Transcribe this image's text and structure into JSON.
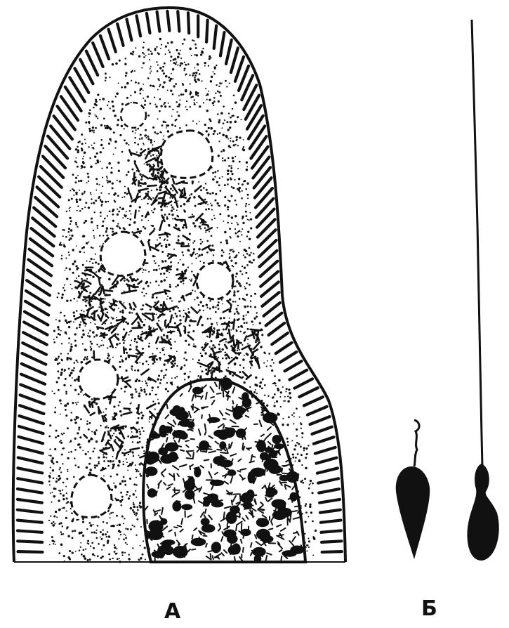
{
  "labels": {
    "a": "А",
    "b": "Б"
  },
  "colors": {
    "ink": "#111111",
    "paper": "#ffffff"
  },
  "parts": [
    "cell-outline",
    "cilia-border",
    "cytoplasm-stipple",
    "vacuoles",
    "granule-clusters",
    "nucleus",
    "sperm-cell-small",
    "sperm-cell-flagellated"
  ]
}
